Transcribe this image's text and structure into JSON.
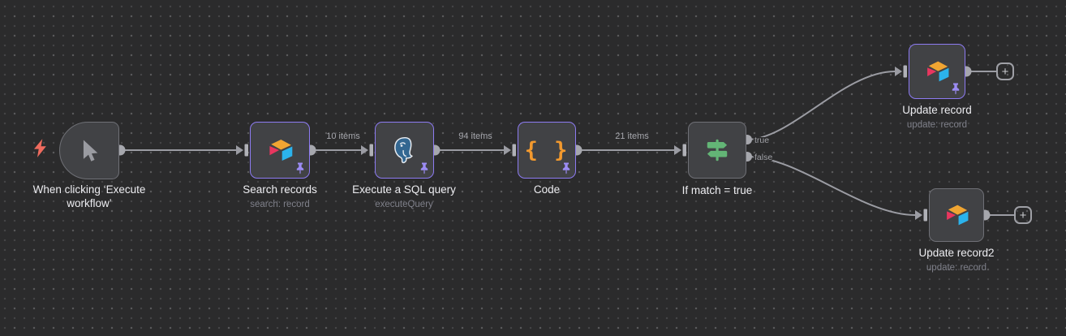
{
  "canvas": {
    "background": "#2b2b2c",
    "dot_color": "#454547",
    "accent_purple": "#8d7bf2",
    "connector_color": "#9b9ca3",
    "signpost_green": "#63b576",
    "code_orange": "#f2992e",
    "trigger_bolt_red": "#ef6b5e"
  },
  "nodes": [
    {
      "id": "trigger",
      "title": "When clicking ‘Execute workflow’",
      "icon": "cursor-icon",
      "pinned": false
    },
    {
      "id": "search",
      "title": "Search records",
      "subtitle": "search: record",
      "icon": "airtable-icon",
      "pinned": true
    },
    {
      "id": "postgres",
      "title": "Execute a SQL query",
      "subtitle": "executeQuery",
      "icon": "postgresql-icon",
      "pinned": true
    },
    {
      "id": "code",
      "title": "Code",
      "glyph": "{ }",
      "icon": "code-braces-icon",
      "pinned": true
    },
    {
      "id": "if",
      "title": "If match = true",
      "icon": "signpost-icon",
      "pinned": false,
      "outputs": [
        {
          "label": "true"
        },
        {
          "label": "false"
        }
      ]
    },
    {
      "id": "update1",
      "title": "Update record",
      "subtitle": "update: record",
      "icon": "airtable-icon",
      "pinned": true
    },
    {
      "id": "update2",
      "title": "Update record2",
      "subtitle": "update: record",
      "icon": "airtable-icon",
      "pinned": false
    }
  ],
  "connections": [
    {
      "from": "When clicking ‘Execute workflow’",
      "to": "Search records",
      "label": ""
    },
    {
      "from": "Search records",
      "to": "Execute a SQL query",
      "label": "10 items"
    },
    {
      "from": "Execute a SQL query",
      "to": "Code",
      "label": "94 items"
    },
    {
      "from": "Code",
      "to": "If match = true",
      "label": "21 items"
    },
    {
      "from": "If match = true",
      "branch": "true",
      "to": "Update record"
    },
    {
      "from": "If match = true",
      "branch": "false",
      "to": "Update record2"
    }
  ],
  "add_buttons": [
    {
      "id": "add-after-update-record",
      "label": "+"
    },
    {
      "id": "add-after-update-record2",
      "label": "+"
    }
  ]
}
